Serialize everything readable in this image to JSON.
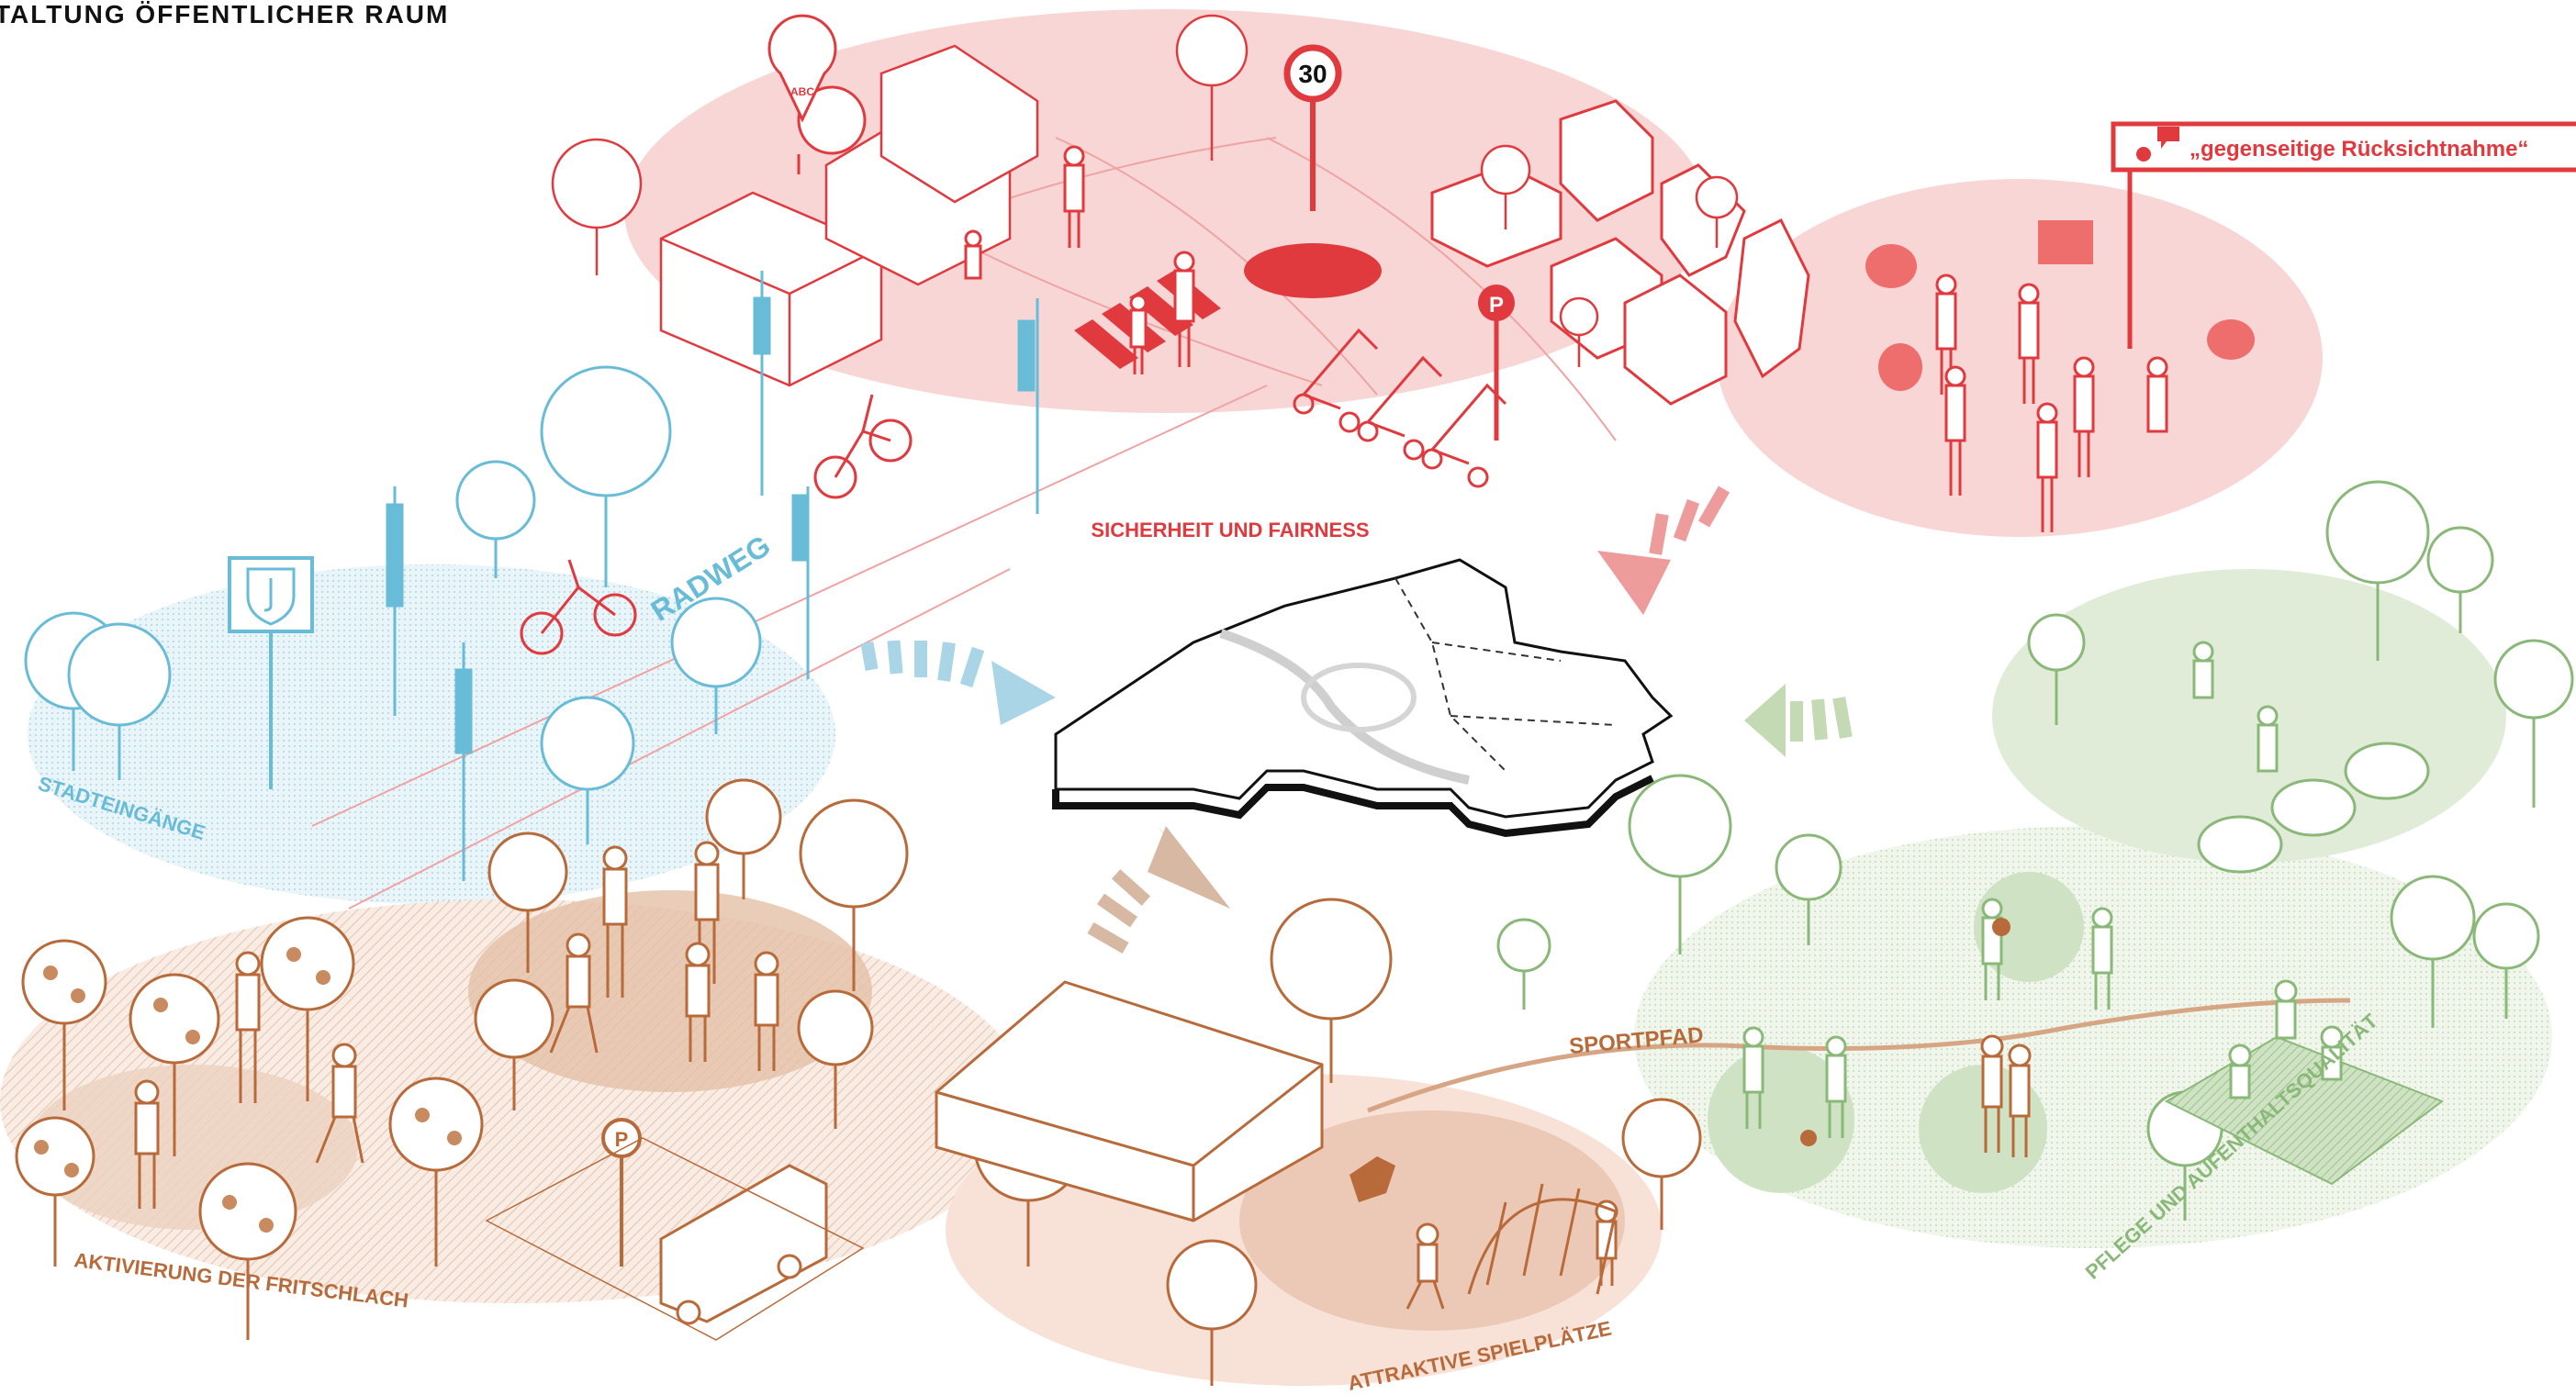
{
  "title": "TALTUNG ÖFFENTLICHER RAUM",
  "colors": {
    "red": "#e0393e",
    "red_light": "#f6c6c6",
    "blue": "#68bcd8",
    "blue_light": "#d7ecf4",
    "brown": "#b86a3a",
    "brown_light": "#f1dccd",
    "green": "#8ab878",
    "green_light": "#e2eedb",
    "black": "#111111"
  },
  "themes": {
    "safety": "SICHERHEIT UND FAIRNESS",
    "radweg": "RADWEG",
    "entrances": "STADTEINGÄNGE",
    "activation": "AKTIVIERUNG  DER FRITSCHLACH",
    "playgrounds": "ATTRAKTIVE SPIELPLÄTZE",
    "sport_path": "SPORTPFAD",
    "care": "PFLEGE UND AUFENTHALTSQUALITÄT"
  },
  "speech_bubble": "„gegenseitige Rücksichtnahme“",
  "signs": {
    "speed_limit": "30",
    "parking": "P",
    "school": "ABC"
  },
  "icons": [
    "school-pin-icon",
    "speed-limit-sign-icon",
    "parking-sign-icon",
    "speech-bubble-icon",
    "city-crest-sign-icon",
    "arrow-icon"
  ]
}
